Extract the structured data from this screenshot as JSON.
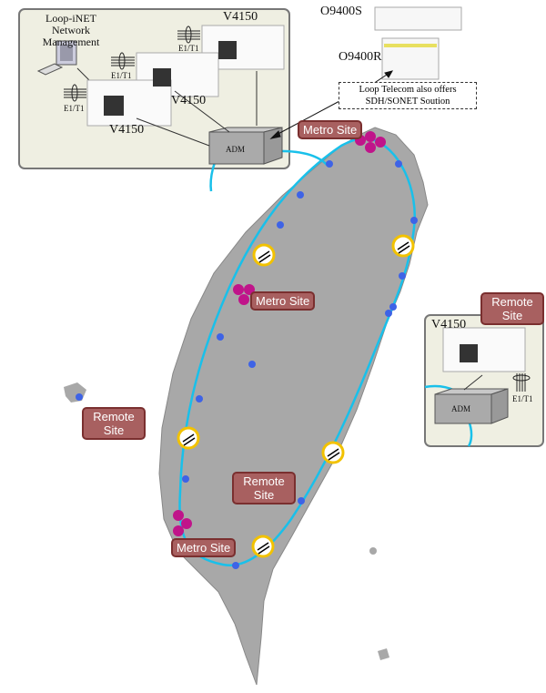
{
  "nms": {
    "line1": "Loop-iNET",
    "line2": "Network Management"
  },
  "devices": {
    "v4150_a": "V4150",
    "v4150_b": "V4150",
    "v4150_c": "V4150",
    "v4150_remote": "V4150",
    "o9400s": "O9400S",
    "o9400r": "O9400R"
  },
  "interfaces": {
    "e1t1_a": "E1/T1",
    "e1t1_b": "E1/T1",
    "e1t1_c": "E1/T1",
    "e1t1_remote": "E1/T1"
  },
  "adm": {
    "main": "ADM",
    "remote": "ADM"
  },
  "callout": {
    "line1": "Loop Telecom also offers",
    "line2": "SDH/SONET Soution"
  },
  "sites": {
    "metro_north": "Metro Site",
    "metro_west": "Metro Site",
    "metro_south": "Metro Site",
    "remote_east": "Remote Site",
    "remote_island": "Remote Site",
    "remote_center": "Remote Site"
  },
  "colors": {
    "ring": "#19c0ea",
    "node": "#3e63e6",
    "metro_node": "#c0148a",
    "land": "#a8a8a8",
    "panel": "#efefe2",
    "site_label": "#a86060"
  }
}
